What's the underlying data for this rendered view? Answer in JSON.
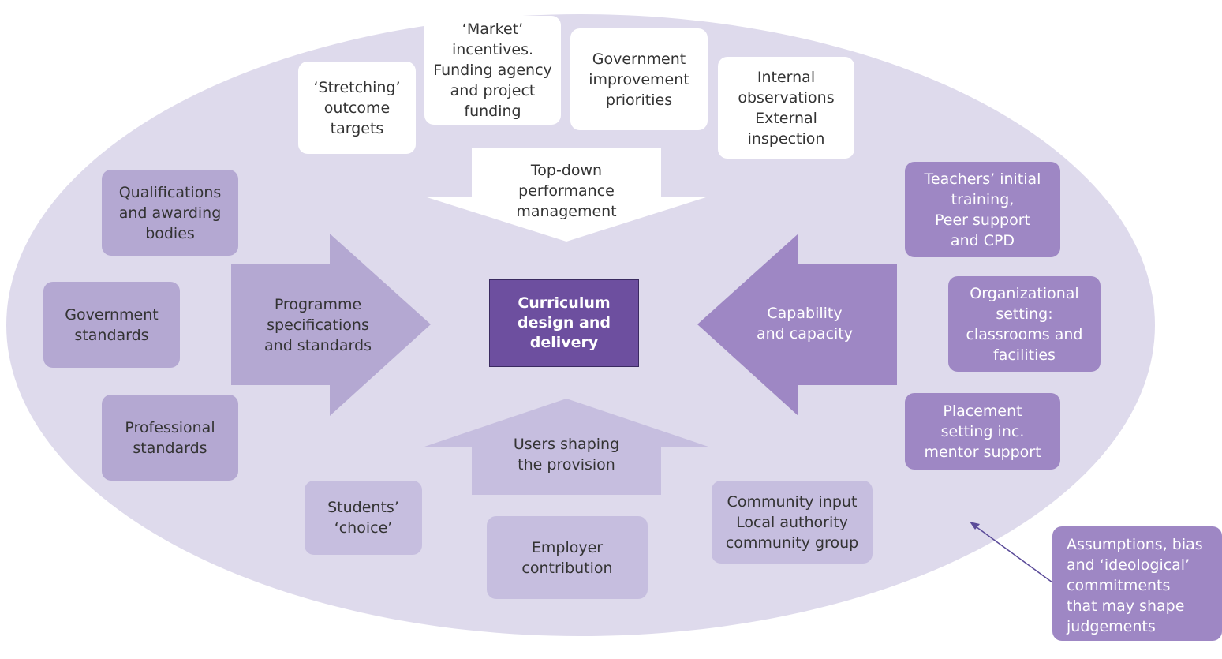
{
  "center": "Curriculum\ndesign and\ndelivery",
  "arrows": {
    "top": "Top-down\nperformance\nmanagement",
    "left": "Programme\nspecifications\nand standards",
    "right": "Capability\nand capacity",
    "bottom": "Users shaping\nthe provision"
  },
  "top_boxes": {
    "stretching": "‘Stretching’\noutcome\ntargets",
    "market": "‘Market’\nincentives.\nFunding agency\nand project\nfunding",
    "government": "Government\nimprovement\npriorities",
    "internal": "Internal\nobservations\nExternal\ninspection"
  },
  "left_boxes": {
    "qualifications": "Qualifications\nand awarding\nbodies",
    "government_standards": "Government\nstandards",
    "professional": "Professional\nstandards"
  },
  "right_boxes": {
    "teachers": "Teachers’ initial\ntraining,\nPeer support\nand CPD",
    "organizational": "Organizational\nsetting:\nclassrooms and\nfacilities",
    "placement": "Placement\nsetting inc.\nmentor support"
  },
  "bottom_boxes": {
    "students": "Students’\n‘choice’",
    "employer": "Employer\ncontribution",
    "community": "Community input\nLocal authority\ncommunity group"
  },
  "note": "Assumptions, bias\nand ‘ideological’\ncommitments\nthat may shape\njudgements",
  "colors": {
    "ellipse": "#dedaec",
    "white_box": "#ffffff",
    "lilac_box": "#b4a8d2",
    "pale_box": "#c6bedf",
    "purple_box": "#9e87c4",
    "center": "#6d4f9f",
    "pointer": "#5b4b99"
  }
}
